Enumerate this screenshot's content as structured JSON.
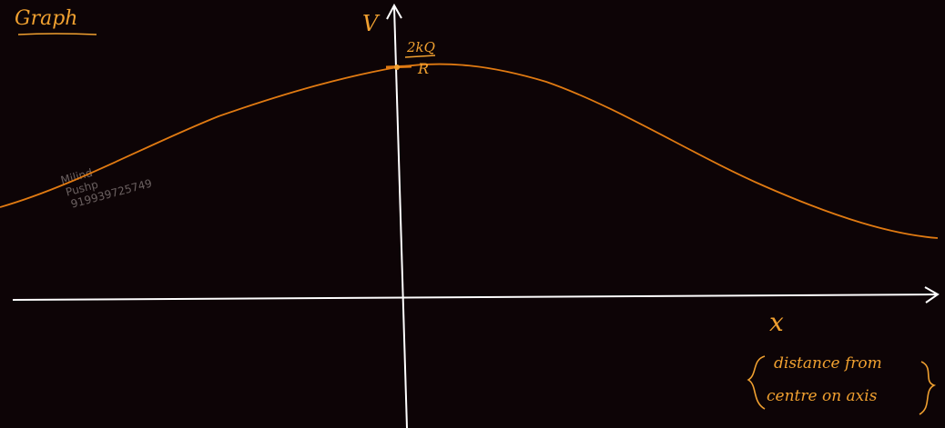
{
  "title": "Graph",
  "y_axis_label": "V",
  "x_axis_label": "x",
  "peak_value_label": {
    "numerator": "2kQ",
    "denominator": "R"
  },
  "x_axis_note": {
    "line1": "distance from",
    "line2": "centre on axis"
  },
  "watermark": {
    "line1": "Milind",
    "line2": "Pushp",
    "line3": "919939725749"
  },
  "colors": {
    "background": "#0d0406",
    "axes": "#ffffff",
    "curve": "#e07a12",
    "ink": "#f0a030",
    "watermark": "#6a6060"
  }
}
